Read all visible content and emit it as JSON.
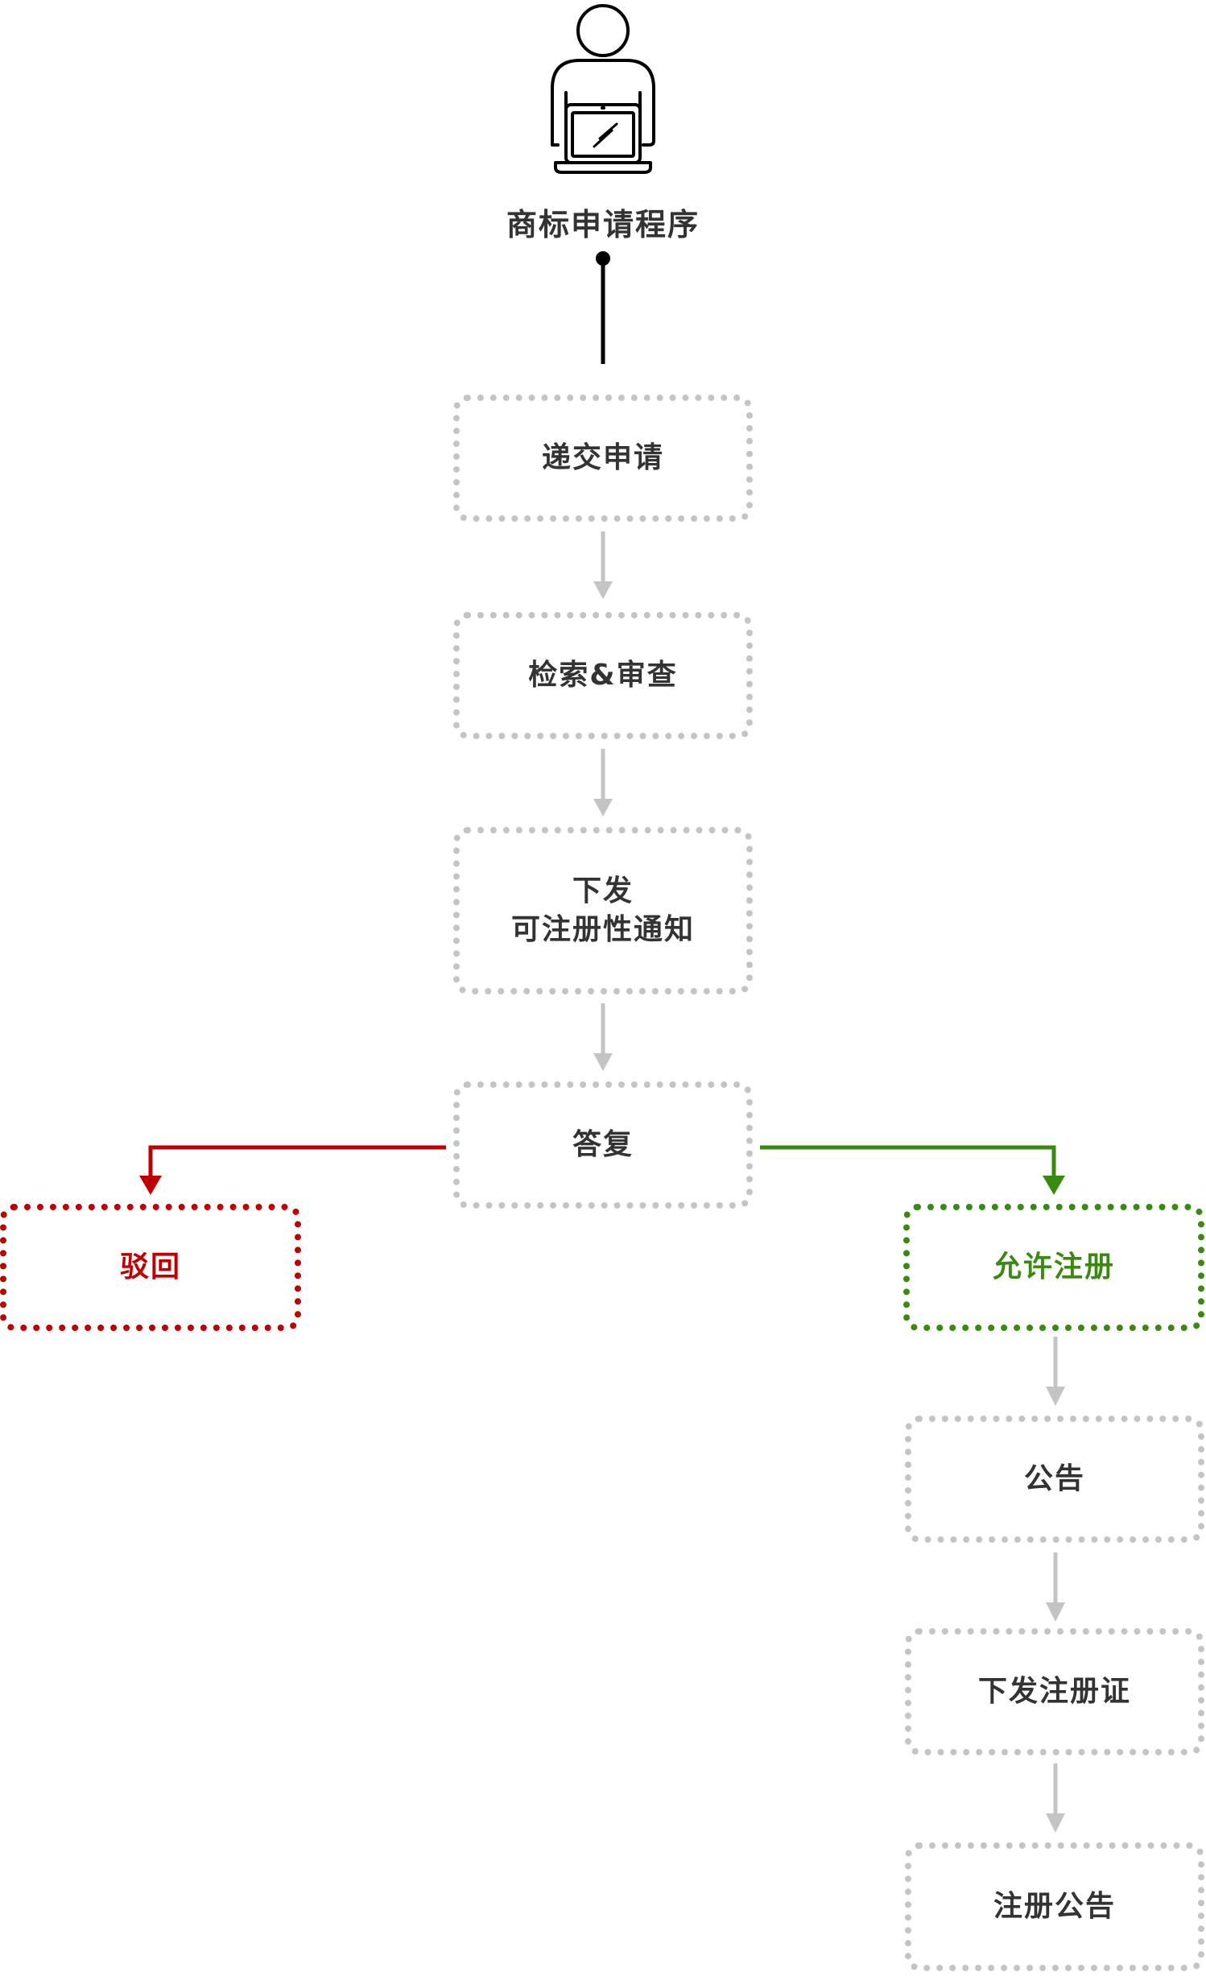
{
  "diagram": {
    "actor": {
      "label": "商标申请程序",
      "icon": "person-with-laptop-icon"
    },
    "steps": {
      "submit": "递交申请",
      "search_review": "检索&审查",
      "notice_line1": "下发",
      "notice_line2": "可注册性通知",
      "reply": "答复",
      "reject": "驳回",
      "allow": "允许注册",
      "announce": "公告",
      "issue_cert": "下发注册证",
      "reg_announce": "注册公告"
    },
    "colors": {
      "neutral_border": "#c4c4c4",
      "neutral_arrow": "#c4c4c4",
      "text": "#333333",
      "reject": "#c00000",
      "allow": "#3a8a12",
      "actor_line": "#000000"
    }
  }
}
